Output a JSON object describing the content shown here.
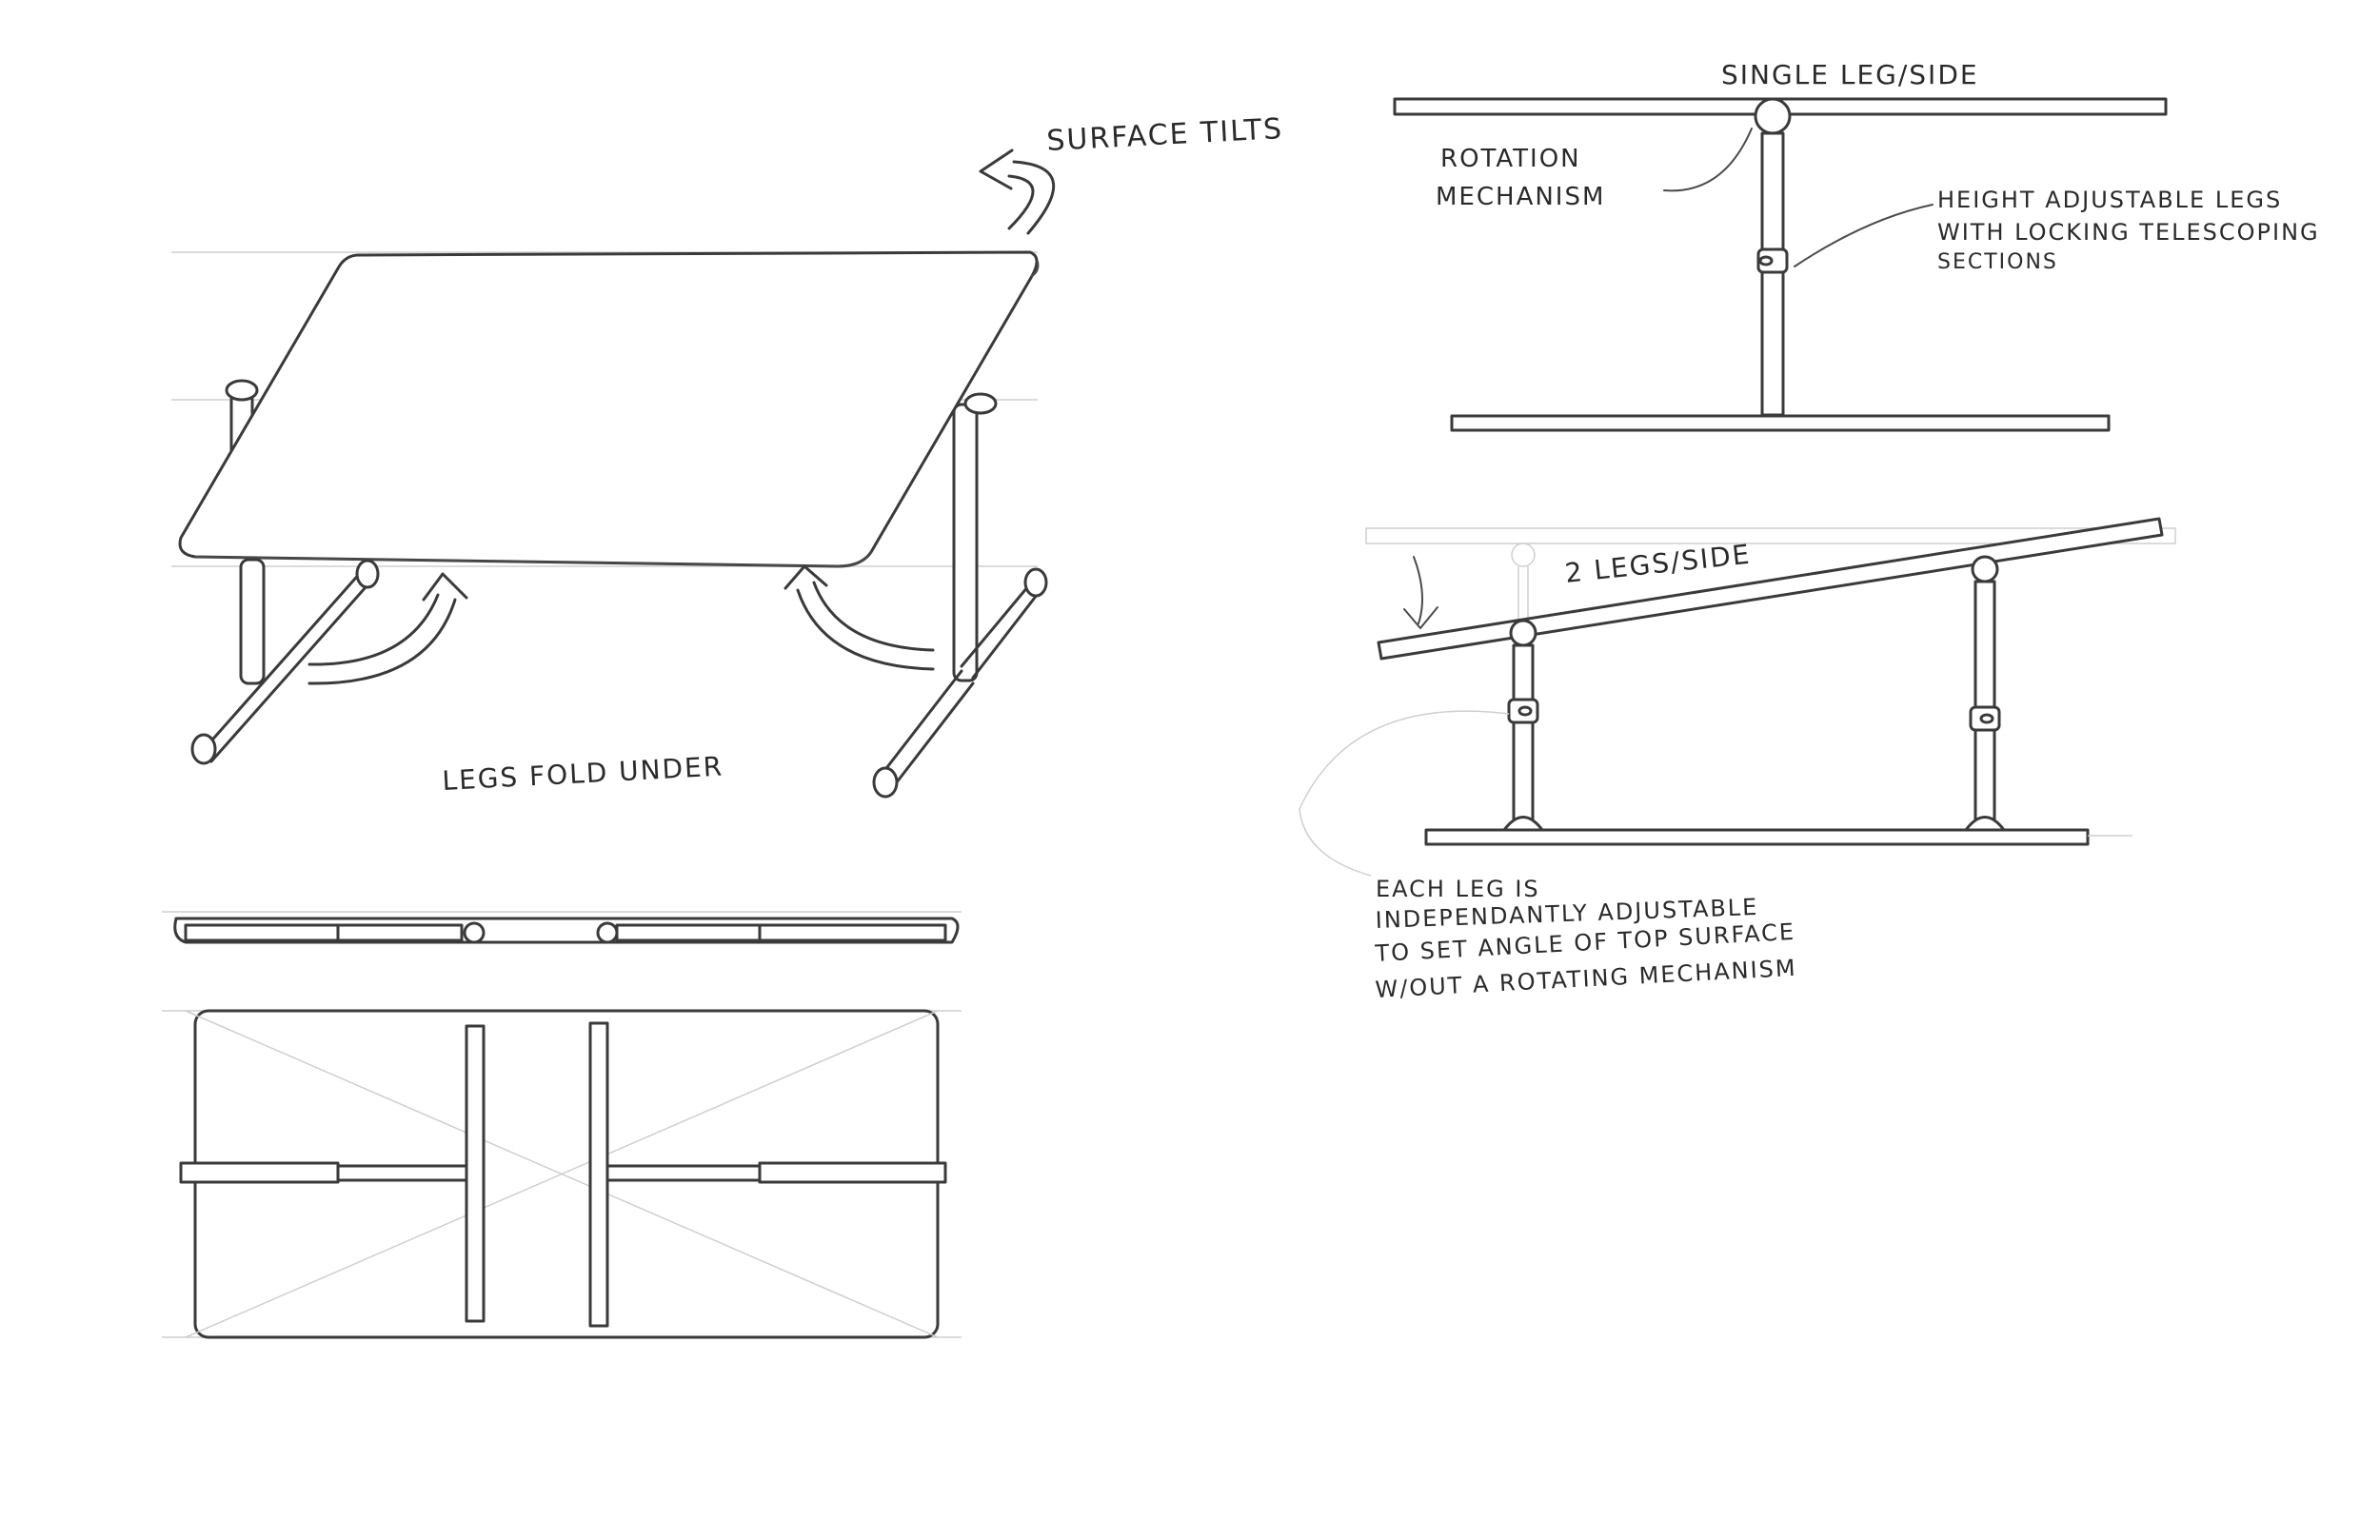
{
  "labels": {
    "surface_tilts": "SURFACE TILTS",
    "legs_fold_under": "LEGS FOLD UNDER",
    "single_leg_side": "SINGLE LEG/SIDE",
    "rotation_mechanism_1": "ROTATION",
    "rotation_mechanism_2": "MECHANISM",
    "height_adjustable_1": "HEIGHT ADJUSTABLE LEGS",
    "height_adjustable_2": "WITH LOCKING TELESCOPING",
    "height_adjustable_3": "SECTIONS",
    "two_legs_side": "2 LEGS/SIDE",
    "each_leg_1": "EACH LEG IS",
    "each_leg_2": "INDEPENDANTLY ADJUSTABLE",
    "each_leg_3": "TO SET ANGLE OF TOP SURFACE",
    "each_leg_4": "W/OUT A ROTATING MECHANISM"
  },
  "colors": {
    "ink": "#3a3a3a",
    "guide": "#cfcfcf",
    "paper": "#ffffff"
  }
}
